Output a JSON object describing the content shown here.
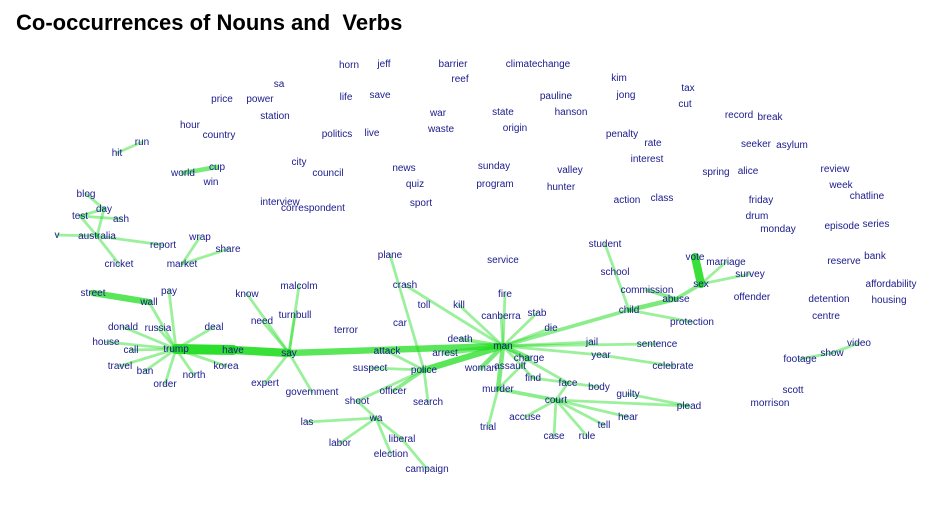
{
  "title": "Co-occurrences of Nouns and  Verbs",
  "colors": {
    "label": "#1a1a8c",
    "edge": "#22dd22",
    "background": "#ffffff"
  },
  "nodes": [
    {
      "id": "horn",
      "label": "horn"
    },
    {
      "id": "jeff",
      "label": "jeff"
    },
    {
      "id": "barrier",
      "label": "barrier"
    },
    {
      "id": "reef",
      "label": "reef"
    },
    {
      "id": "climatechange",
      "label": "climatechange"
    },
    {
      "id": "kim",
      "label": "kim"
    },
    {
      "id": "jong",
      "label": "jong"
    },
    {
      "id": "tax",
      "label": "tax"
    },
    {
      "id": "cut",
      "label": "cut"
    },
    {
      "id": "sa",
      "label": "sa"
    },
    {
      "id": "price",
      "label": "price"
    },
    {
      "id": "power",
      "label": "power"
    },
    {
      "id": "station",
      "label": "station"
    },
    {
      "id": "life",
      "label": "life"
    },
    {
      "id": "save",
      "label": "save"
    },
    {
      "id": "war",
      "label": "war"
    },
    {
      "id": "waste",
      "label": "waste"
    },
    {
      "id": "state",
      "label": "state"
    },
    {
      "id": "origin",
      "label": "origin"
    },
    {
      "id": "pauline",
      "label": "pauline"
    },
    {
      "id": "hanson",
      "label": "hanson"
    },
    {
      "id": "record",
      "label": "record"
    },
    {
      "id": "break",
      "label": "break"
    },
    {
      "id": "hour",
      "label": "hour"
    },
    {
      "id": "country",
      "label": "country"
    },
    {
      "id": "politics",
      "label": "politics"
    },
    {
      "id": "live",
      "label": "live"
    },
    {
      "id": "penalty",
      "label": "penalty"
    },
    {
      "id": "rate",
      "label": "rate"
    },
    {
      "id": "seeker",
      "label": "seeker"
    },
    {
      "id": "asylum",
      "label": "asylum"
    },
    {
      "id": "run",
      "label": "run"
    },
    {
      "id": "hit",
      "label": "hit"
    },
    {
      "id": "interest",
      "label": "interest"
    },
    {
      "id": "city",
      "label": "city"
    },
    {
      "id": "council",
      "label": "council"
    },
    {
      "id": "news",
      "label": "news"
    },
    {
      "id": "sunday",
      "label": "sunday"
    },
    {
      "id": "valley",
      "label": "valley"
    },
    {
      "id": "world",
      "label": "world"
    },
    {
      "id": "cup",
      "label": "cup"
    },
    {
      "id": "win",
      "label": "win"
    },
    {
      "id": "quiz",
      "label": "quiz"
    },
    {
      "id": "program",
      "label": "program"
    },
    {
      "id": "hunter",
      "label": "hunter"
    },
    {
      "id": "spring",
      "label": "spring"
    },
    {
      "id": "alice",
      "label": "alice"
    },
    {
      "id": "review",
      "label": "review"
    },
    {
      "id": "week",
      "label": "week"
    },
    {
      "id": "chatline",
      "label": "chatline"
    },
    {
      "id": "blog",
      "label": "blog"
    },
    {
      "id": "action",
      "label": "action"
    },
    {
      "id": "class",
      "label": "class"
    },
    {
      "id": "friday",
      "label": "friday"
    },
    {
      "id": "day",
      "label": "day"
    },
    {
      "id": "interview",
      "label": "interview"
    },
    {
      "id": "correspondent",
      "label": "correspondent"
    },
    {
      "id": "sport",
      "label": "sport"
    },
    {
      "id": "drum",
      "label": "drum"
    },
    {
      "id": "test",
      "label": "test"
    },
    {
      "id": "ash",
      "label": "ash"
    },
    {
      "id": "monday",
      "label": "monday"
    },
    {
      "id": "episode",
      "label": "episode"
    },
    {
      "id": "series",
      "label": "series"
    },
    {
      "id": "v",
      "label": "v"
    },
    {
      "id": "australia",
      "label": "australia"
    },
    {
      "id": "wrap",
      "label": "wrap"
    },
    {
      "id": "report",
      "label": "report"
    },
    {
      "id": "share",
      "label": "share"
    },
    {
      "id": "student",
      "label": "student"
    },
    {
      "id": "plane",
      "label": "plane"
    },
    {
      "id": "service",
      "label": "service"
    },
    {
      "id": "vote",
      "label": "vote"
    },
    {
      "id": "marriage",
      "label": "marriage"
    },
    {
      "id": "bank",
      "label": "bank"
    },
    {
      "id": "reserve",
      "label": "reserve"
    },
    {
      "id": "cricket",
      "label": "cricket"
    },
    {
      "id": "market",
      "label": "market"
    },
    {
      "id": "school",
      "label": "school"
    },
    {
      "id": "survey",
      "label": "survey"
    },
    {
      "id": "sex",
      "label": "sex"
    },
    {
      "id": "affordability",
      "label": "affordability"
    },
    {
      "id": "crash",
      "label": "crash"
    },
    {
      "id": "malcolm",
      "label": "malcolm"
    },
    {
      "id": "commission",
      "label": "commission"
    },
    {
      "id": "street",
      "label": "street"
    },
    {
      "id": "pay",
      "label": "pay"
    },
    {
      "id": "know",
      "label": "know"
    },
    {
      "id": "fire",
      "label": "fire"
    },
    {
      "id": "abuse",
      "label": "abuse"
    },
    {
      "id": "offender",
      "label": "offender"
    },
    {
      "id": "detention",
      "label": "detention"
    },
    {
      "id": "housing",
      "label": "housing"
    },
    {
      "id": "wall",
      "label": "wall"
    },
    {
      "id": "toll",
      "label": "toll"
    },
    {
      "id": "kill",
      "label": "kill"
    },
    {
      "id": "child",
      "label": "child"
    },
    {
      "id": "turnbull",
      "label": "turnbull"
    },
    {
      "id": "canberra",
      "label": "canberra"
    },
    {
      "id": "stab",
      "label": "stab"
    },
    {
      "id": "centre",
      "label": "centre"
    },
    {
      "id": "need",
      "label": "need"
    },
    {
      "id": "protection",
      "label": "protection"
    },
    {
      "id": "car",
      "label": "car"
    },
    {
      "id": "donald",
      "label": "donald"
    },
    {
      "id": "russia",
      "label": "russia"
    },
    {
      "id": "deal",
      "label": "deal"
    },
    {
      "id": "terror",
      "label": "terror"
    },
    {
      "id": "die",
      "label": "die"
    },
    {
      "id": "death",
      "label": "death"
    },
    {
      "id": "jail",
      "label": "jail"
    },
    {
      "id": "house",
      "label": "house"
    },
    {
      "id": "sentence",
      "label": "sentence"
    },
    {
      "id": "video",
      "label": "video"
    },
    {
      "id": "call",
      "label": "call"
    },
    {
      "id": "trump",
      "label": "trump"
    },
    {
      "id": "have",
      "label": "have"
    },
    {
      "id": "say",
      "label": "say"
    },
    {
      "id": "attack",
      "label": "attack"
    },
    {
      "id": "arrest",
      "label": "arrest"
    },
    {
      "id": "man",
      "label": "man"
    },
    {
      "id": "show",
      "label": "show"
    },
    {
      "id": "year",
      "label": "year"
    },
    {
      "id": "charge",
      "label": "charge"
    },
    {
      "id": "footage",
      "label": "footage"
    },
    {
      "id": "travel",
      "label": "travel"
    },
    {
      "id": "korea",
      "label": "korea"
    },
    {
      "id": "suspect",
      "label": "suspect"
    },
    {
      "id": "celebrate",
      "label": "celebrate"
    },
    {
      "id": "woman",
      "label": "woman"
    },
    {
      "id": "assault",
      "label": "assault"
    },
    {
      "id": "ban",
      "label": "ban"
    },
    {
      "id": "police",
      "label": "police"
    },
    {
      "id": "north",
      "label": "north"
    },
    {
      "id": "find",
      "label": "find"
    },
    {
      "id": "face",
      "label": "face"
    },
    {
      "id": "order",
      "label": "order"
    },
    {
      "id": "expert",
      "label": "expert"
    },
    {
      "id": "body",
      "label": "body"
    },
    {
      "id": "scott",
      "label": "scott"
    },
    {
      "id": "officer",
      "label": "officer"
    },
    {
      "id": "murder",
      "label": "murder"
    },
    {
      "id": "guilty",
      "label": "guilty"
    },
    {
      "id": "government",
      "label": "government"
    },
    {
      "id": "shoot",
      "label": "shoot"
    },
    {
      "id": "search",
      "label": "search"
    },
    {
      "id": "court",
      "label": "court"
    },
    {
      "id": "plead",
      "label": "plead"
    },
    {
      "id": "morrison",
      "label": "morrison"
    },
    {
      "id": "hear",
      "label": "hear"
    },
    {
      "id": "wa",
      "label": "wa"
    },
    {
      "id": "accuse",
      "label": "accuse"
    },
    {
      "id": "las",
      "label": "las"
    },
    {
      "id": "tell",
      "label": "tell"
    },
    {
      "id": "trial",
      "label": "trial"
    },
    {
      "id": "labor",
      "label": "labor"
    },
    {
      "id": "liberal",
      "label": "liberal"
    },
    {
      "id": "case",
      "label": "case"
    },
    {
      "id": "rule",
      "label": "rule"
    },
    {
      "id": "election",
      "label": "election"
    },
    {
      "id": "campaign",
      "label": "campaign"
    }
  ],
  "edges": [
    [
      "trump",
      "have",
      5
    ],
    [
      "have",
      "say",
      4
    ],
    [
      "say",
      "man",
      3
    ],
    [
      "police",
      "man",
      3
    ],
    [
      "vote",
      "sex",
      4
    ],
    [
      "street",
      "wall",
      3
    ],
    [
      "world",
      "cup",
      2
    ],
    [
      "man",
      "charge",
      2
    ],
    [
      "man",
      "arrest",
      2
    ],
    [
      "man",
      "woman",
      2
    ],
    [
      "man",
      "murder",
      2
    ],
    [
      "man",
      "death",
      1.5
    ],
    [
      "man",
      "find",
      1
    ],
    [
      "man",
      "jail",
      1
    ],
    [
      "man",
      "year",
      1
    ],
    [
      "man",
      "face",
      1
    ],
    [
      "man",
      "child",
      1.5
    ],
    [
      "man",
      "die",
      1
    ],
    [
      "man",
      "stab",
      1
    ],
    [
      "man",
      "crash",
      1
    ],
    [
      "man",
      "canberra",
      1
    ],
    [
      "man",
      "fire",
      1
    ],
    [
      "man",
      "kill",
      1
    ],
    [
      "man",
      "sentence",
      1
    ],
    [
      "abuse",
      "child",
      2
    ],
    [
      "abuse",
      "commission",
      1.5
    ],
    [
      "abuse",
      "sex",
      1.5
    ],
    [
      "sex",
      "marriage",
      1
    ],
    [
      "sex",
      "survey",
      1
    ],
    [
      "child",
      "protection",
      1
    ],
    [
      "child",
      "student",
      1
    ],
    [
      "court",
      "murder",
      1.5
    ],
    [
      "court",
      "face",
      1
    ],
    [
      "court",
      "plead",
      1
    ],
    [
      "court",
      "hear",
      1
    ],
    [
      "court",
      "tell",
      1
    ],
    [
      "court",
      "rule",
      1
    ],
    [
      "court",
      "case",
      1
    ],
    [
      "court",
      "accuse",
      1
    ],
    [
      "murder",
      "trial",
      1
    ],
    [
      "murder",
      "charge",
      1
    ],
    [
      "police",
      "officer",
      1.5
    ],
    [
      "police",
      "search",
      1
    ],
    [
      "police",
      "shoot",
      1
    ],
    [
      "police",
      "attack",
      1
    ],
    [
      "police",
      "suspect",
      1
    ],
    [
      "police",
      "plane",
      1
    ],
    [
      "shoot",
      "wa",
      1
    ],
    [
      "wa",
      "liberal",
      1
    ],
    [
      "wa",
      "labor",
      1
    ],
    [
      "wa",
      "election",
      1
    ],
    [
      "wa",
      "las",
      1
    ],
    [
      "liberal",
      "campaign",
      1
    ],
    [
      "say",
      "malcolm",
      1
    ],
    [
      "say",
      "turnbull",
      1
    ],
    [
      "say",
      "need",
      1
    ],
    [
      "say",
      "expert",
      1
    ],
    [
      "say",
      "government",
      1
    ],
    [
      "say",
      "know",
      1
    ],
    [
      "trump",
      "donald",
      1
    ],
    [
      "trump",
      "call",
      1
    ],
    [
      "trump",
      "house",
      1
    ],
    [
      "trump",
      "russia",
      1
    ],
    [
      "trump",
      "deal",
      1
    ],
    [
      "trump",
      "ban",
      1
    ],
    [
      "trump",
      "order",
      1
    ],
    [
      "trump",
      "travel",
      1
    ],
    [
      "trump",
      "korea",
      1
    ],
    [
      "trump",
      "north",
      1
    ],
    [
      "trump",
      "pay",
      1
    ],
    [
      "trump",
      "wall",
      1
    ],
    [
      "australia",
      "test",
      1
    ],
    [
      "australia",
      "day",
      1
    ],
    [
      "australia",
      "cricket",
      1
    ],
    [
      "australia",
      "report",
      1
    ],
    [
      "australia",
      "v",
      1
    ],
    [
      "test",
      "ash",
      1
    ],
    [
      "test",
      "day",
      1
    ],
    [
      "blog",
      "day",
      1
    ],
    [
      "wrap",
      "market",
      1
    ],
    [
      "share",
      "market",
      1
    ],
    [
      "hit",
      "run",
      1
    ],
    [
      "show",
      "video",
      1
    ],
    [
      "show",
      "footage",
      1
    ],
    [
      "body",
      "find",
      1
    ],
    [
      "guilty",
      "plead",
      1
    ],
    [
      "celebrate",
      "year",
      1
    ]
  ]
}
